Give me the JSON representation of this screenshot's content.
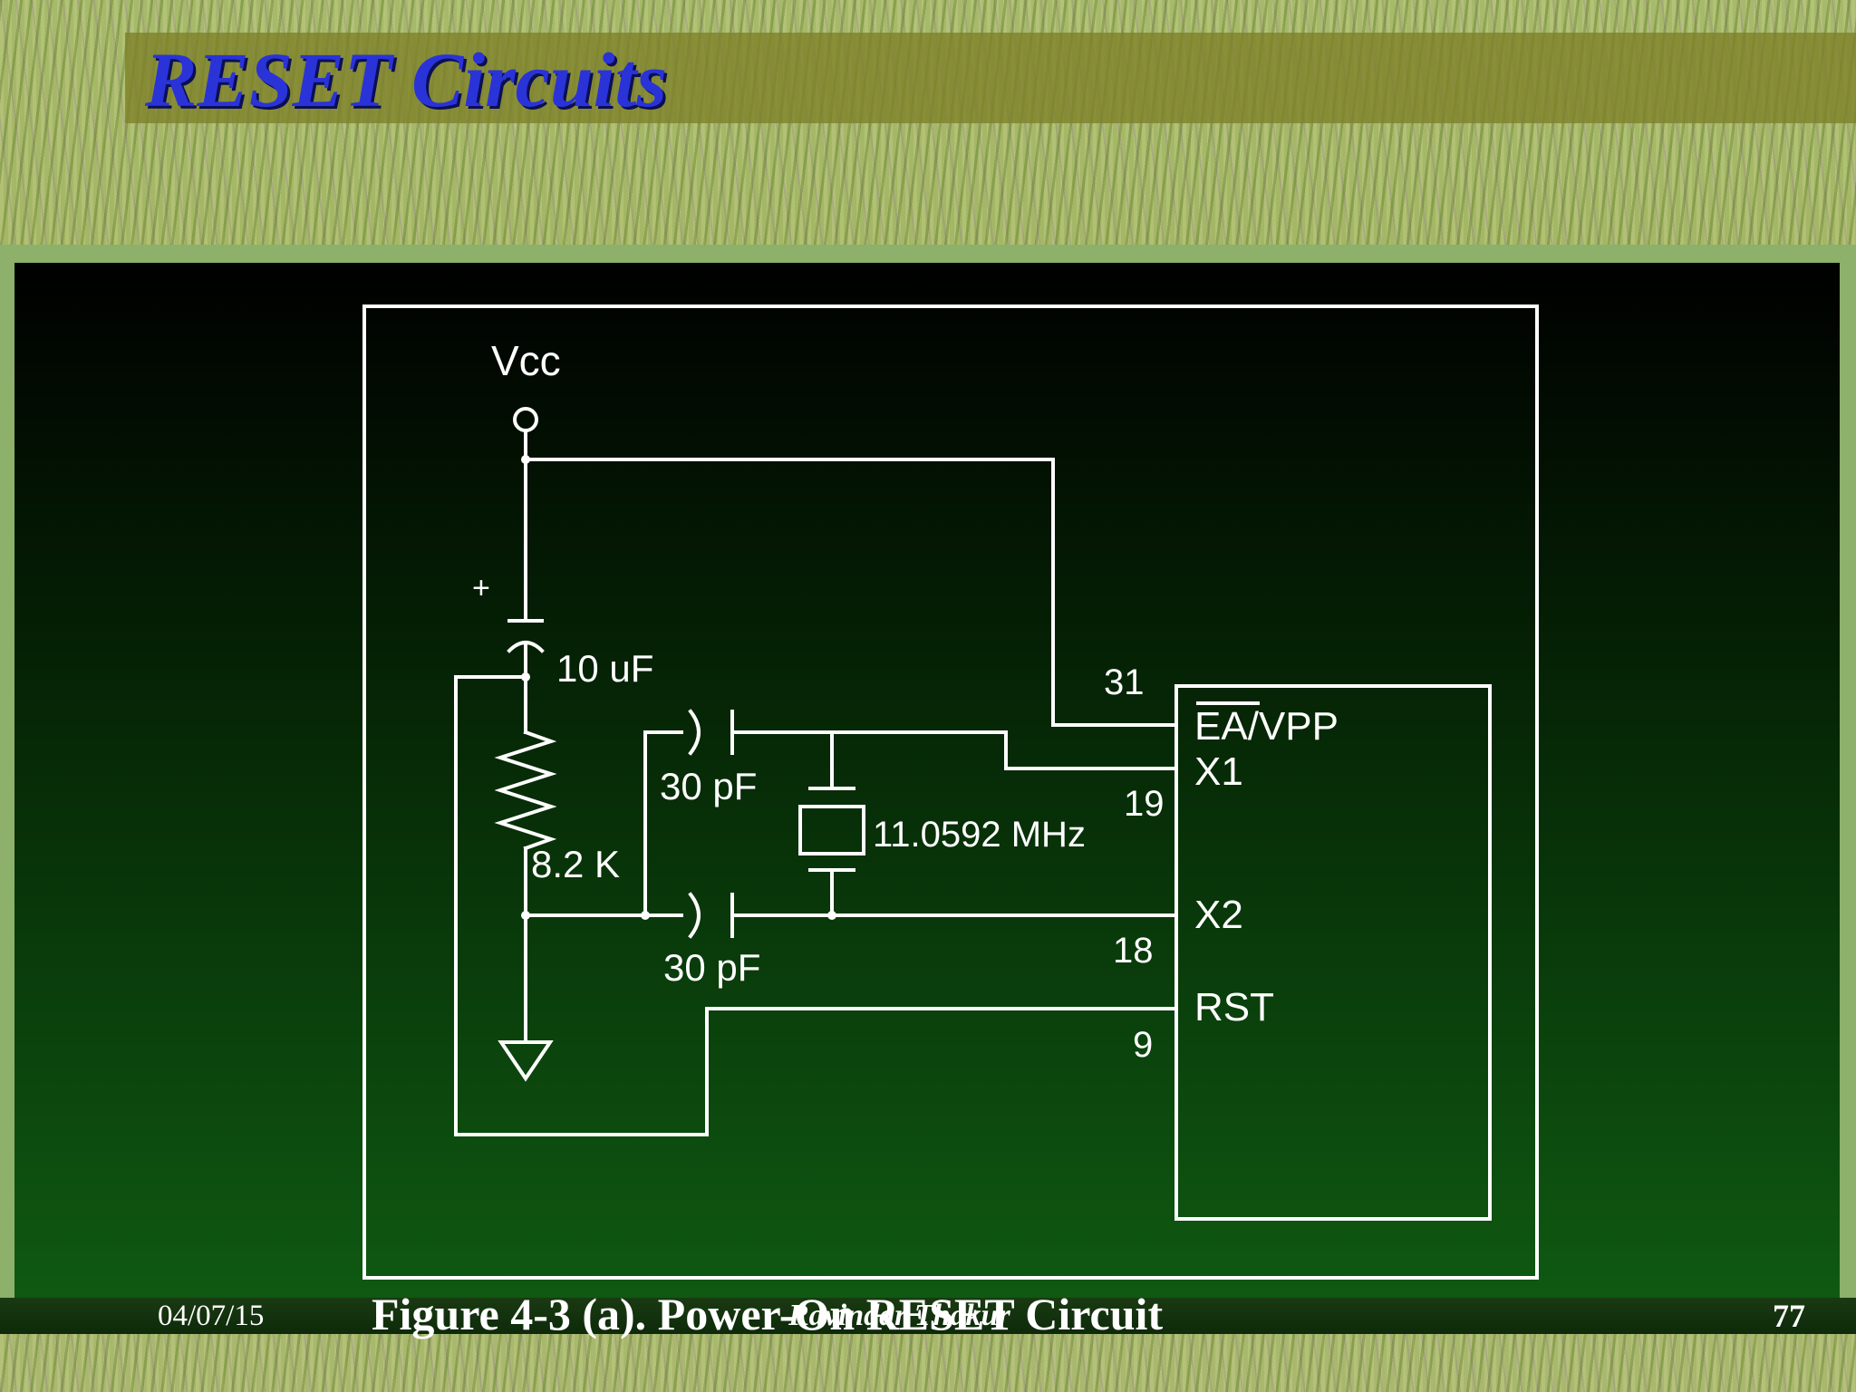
{
  "slide": {
    "title": "RESET Circuits",
    "caption": "Figure 4-3 (a). Power-On RESET Circuit",
    "footer": {
      "date": "04/07/15",
      "author": "Ravindar Thakur",
      "page": "77"
    }
  },
  "diagram": {
    "supply_label": "Vcc",
    "plus_label": "+",
    "capacitor_label": "10 uF",
    "resistor_label": "8.2 K",
    "crystal_cap_top_label": "30 pF",
    "crystal_cap_bottom_label": "30 pF",
    "crystal_label": "11.0592 MHz",
    "pins": {
      "ea": {
        "number": "31",
        "name": "EA/VPP"
      },
      "x1": {
        "number": "19",
        "name": "X1"
      },
      "x2": {
        "number": "18",
        "name": "X2"
      },
      "rst": {
        "number": "9",
        "name": "RST"
      }
    }
  }
}
